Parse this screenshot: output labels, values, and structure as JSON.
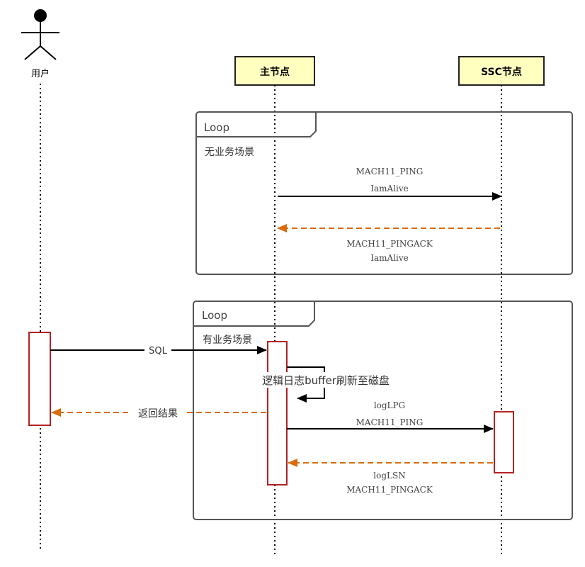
{
  "actor": {
    "label": "用户"
  },
  "participants": {
    "main": {
      "label": "主节点"
    },
    "ssc": {
      "label": "SSC节点"
    }
  },
  "loop1": {
    "keyword": "Loop",
    "condition": "无业务场景",
    "request": {
      "line1": "MACH11_PING",
      "line2": "IamAlive"
    },
    "reply": {
      "line1": "MACH11_PINGACK",
      "line2": "IamAlive"
    }
  },
  "loop2": {
    "keyword": "Loop",
    "condition": "有业务场景",
    "sql": "SQL",
    "self_call": "逻辑日志buffer刷新至磁盘",
    "return_result": "返回结果",
    "request": {
      "line1": "logLPG",
      "line2": "MACH11_PING"
    },
    "reply": {
      "line1": "logLSN",
      "line2": "MACH11_PINGACK"
    }
  },
  "colors": {
    "participant_fill": "#ffffc0",
    "activation_border": "#b22222",
    "reply_arrow": "#d96b0c",
    "frame_border": "#555555",
    "line": "#000000"
  }
}
